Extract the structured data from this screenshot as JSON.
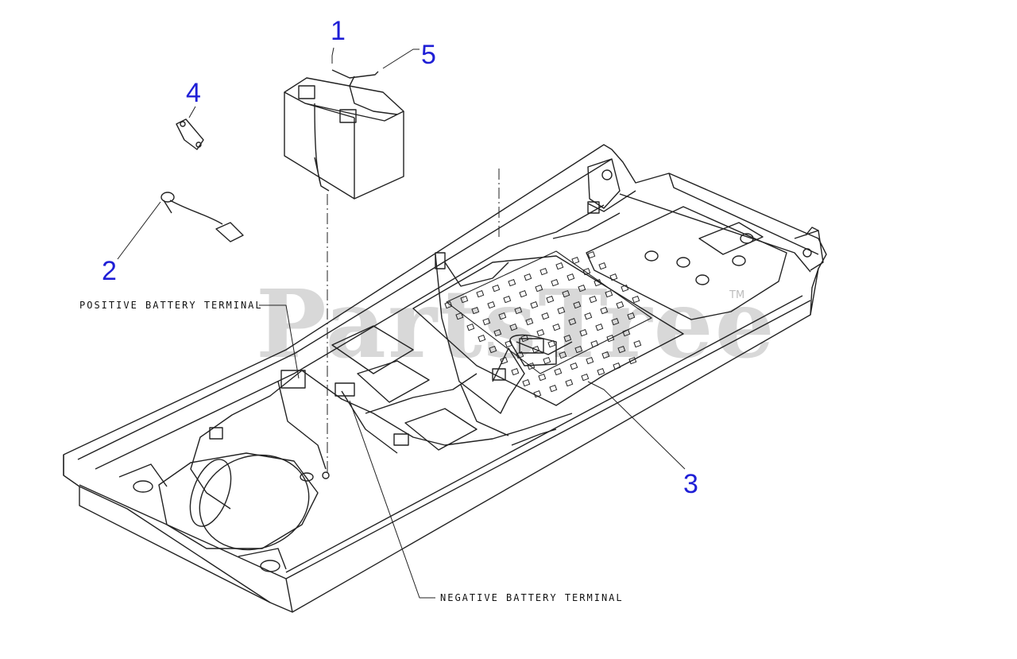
{
  "watermark": {
    "text": "PartsTree",
    "tm": "TM"
  },
  "callouts": [
    {
      "id": "callout-1",
      "label": "1"
    },
    {
      "id": "callout-2",
      "label": "2"
    },
    {
      "id": "callout-3",
      "label": "3"
    },
    {
      "id": "callout-4",
      "label": "4"
    },
    {
      "id": "callout-5",
      "label": "5"
    }
  ],
  "terminals": {
    "positive": "POSITIVE BATTERY TERMINAL",
    "negative": "NEGATIVE BATTERY TERMINAL"
  },
  "colors": {
    "callout": "#1f1fd6",
    "line": "#222222",
    "watermark": "#cfcfcf"
  }
}
